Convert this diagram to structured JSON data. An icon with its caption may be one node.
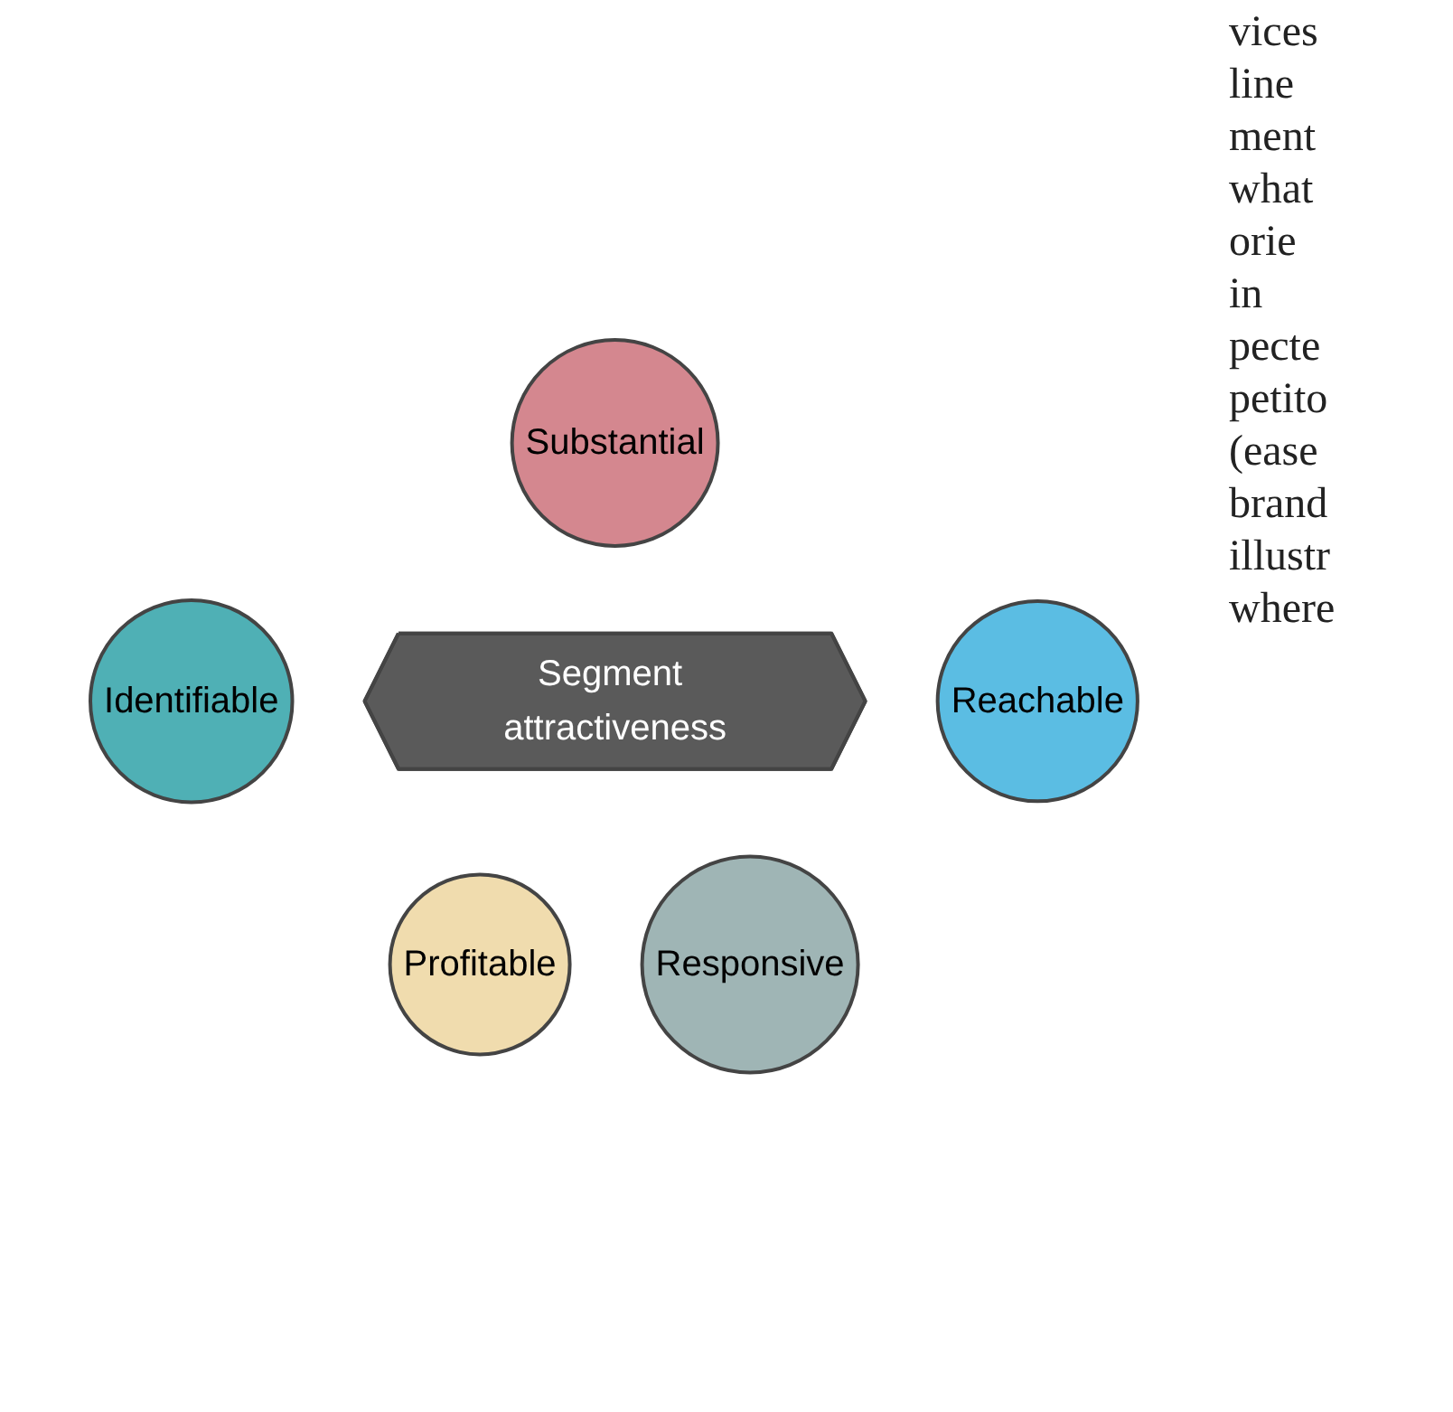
{
  "diagram": {
    "nodes": [
      {
        "text": [
          "Substantial"
        ]
      },
      {
        "text": [
          "Identifiable"
        ]
      },
      {
        "text": [
          "Segment attractiveness"
        ]
      },
      {
        "text": [
          "Reachable"
        ]
      },
      {
        "text": [
          "Profitable"
        ]
      },
      {
        "text": [
          "Responsive"
        ]
      }
    ],
    "edges": [],
    "labels": [
      "vices",
      "line",
      "ment",
      "what",
      "orie",
      "in",
      "pecte",
      "petito",
      "(ease",
      "brand",
      "illustr",
      "where"
    ]
  }
}
